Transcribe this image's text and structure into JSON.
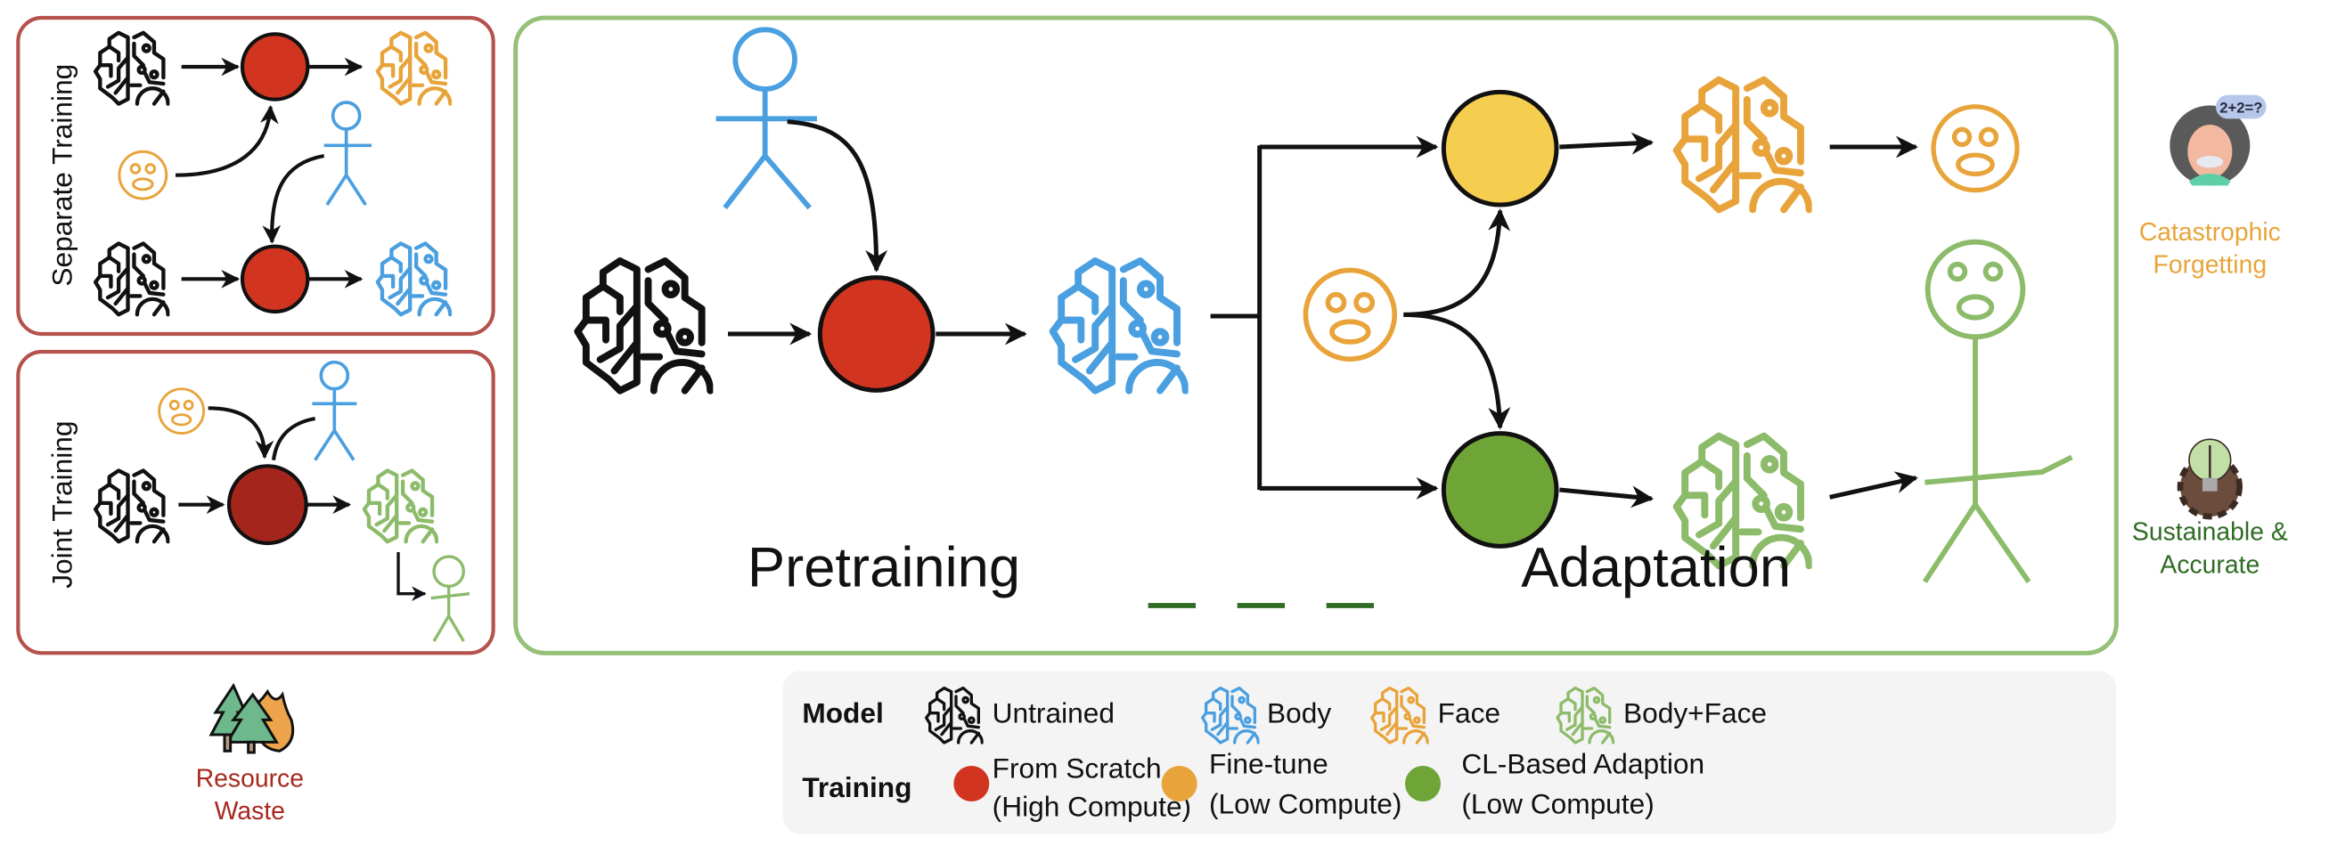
{
  "colors": {
    "black": "#111111",
    "body_blue": "#4a9fe0",
    "face_orange": "#e8a43a",
    "combined_green": "#8cbb6a",
    "scratch_red": "#d13520",
    "joint_dark_red": "#a3251b",
    "finetune_yellow": "#f5cd4f",
    "cl_green": "#6ea536",
    "box_red": "#b5524c",
    "box_green": "#96c077",
    "waste_text": "#a8281d",
    "forget_text": "#e8a43a",
    "sustain_text": "#2e6b23"
  },
  "separate_training": {
    "label": "Separate Training"
  },
  "joint_training": {
    "label": "Joint Training"
  },
  "main": {
    "pretraining_label": "Pretraining",
    "adaptation_label": "Adaptation"
  },
  "outcomes": {
    "resource_waste": {
      "line1": "Resource",
      "line2": "Waste",
      "icon": "burning-trees-icon"
    },
    "catastrophic_forgetting": {
      "line1": "Catastrophic",
      "line2": "Forgetting",
      "icon": "confused-old-man-icon",
      "icon_text": "2+2=?"
    },
    "sustainable": {
      "line1": "Sustainable &",
      "line2": "Accurate",
      "icon": "lightbulb-gear-icon"
    }
  },
  "legend": {
    "model_title": "Model",
    "models": [
      {
        "label": "Untrained",
        "color": "#111111"
      },
      {
        "label": "Body",
        "color": "#4a9fe0"
      },
      {
        "label": "Face",
        "color": "#e8a43a"
      },
      {
        "label": "Body+Face",
        "color": "#8cbb6a"
      }
    ],
    "training_title": "Training",
    "trainings": [
      {
        "line1": "From Scratch",
        "line2": "(High Compute)",
        "color": "#d13520"
      },
      {
        "line1": "Fine-tune",
        "line2": "(Low Compute)",
        "color": "#e8a43a"
      },
      {
        "line1": "CL-Based Adaption",
        "line2": "(Low Compute)",
        "color": "#6ea536"
      }
    ]
  }
}
